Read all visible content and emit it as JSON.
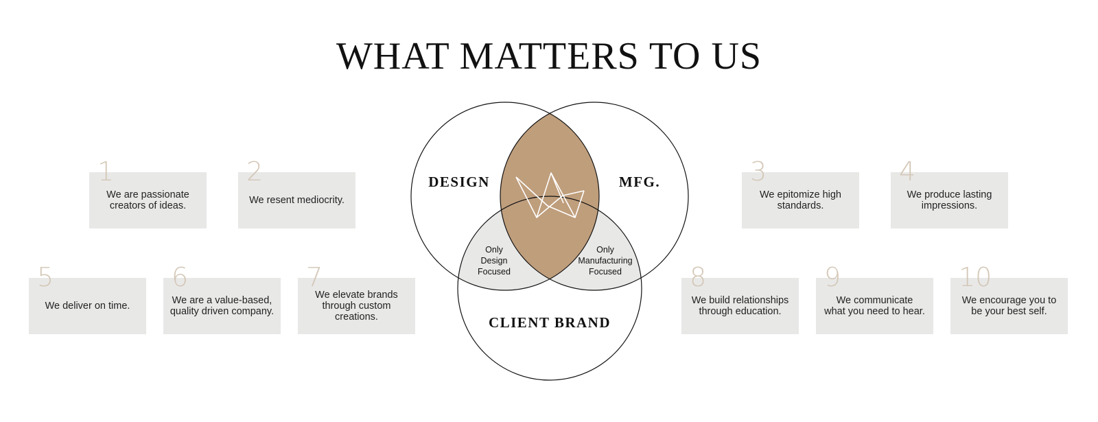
{
  "title": "WHAT MATTERS TO US",
  "colors": {
    "accent": "#bf9e7c",
    "box": "#e8e8e7",
    "number": "#d4c8b8",
    "overlap_gray": "#e8e8e7"
  },
  "venn": {
    "design_label": "DESIGN",
    "mfg_label": "MFG.",
    "client_label": "CLIENT BRAND",
    "design_only": [
      "Only",
      "Design",
      "Focused"
    ],
    "mfg_only": [
      "Only",
      "Manufacturing",
      "Focused"
    ],
    "logo_icon": "crown-logo-icon"
  },
  "values": [
    {
      "num": "1",
      "text": "We are passionate\ncreators of ideas."
    },
    {
      "num": "2",
      "text": "We resent mediocrity."
    },
    {
      "num": "3",
      "text": "We epitomize high\nstandards."
    },
    {
      "num": "4",
      "text": "We produce lasting\nimpressions."
    },
    {
      "num": "5",
      "text": "We deliver on time."
    },
    {
      "num": "6",
      "text": "We are a value-based,\nquality driven company."
    },
    {
      "num": "7",
      "text": "We elevate brands\nthrough custom\ncreations."
    },
    {
      "num": "8",
      "text": "We build relationships\nthrough education."
    },
    {
      "num": "9",
      "text": "We communicate\nwhat you need to hear."
    },
    {
      "num": "10",
      "text": "We encourage you to\nbe your best self."
    }
  ]
}
